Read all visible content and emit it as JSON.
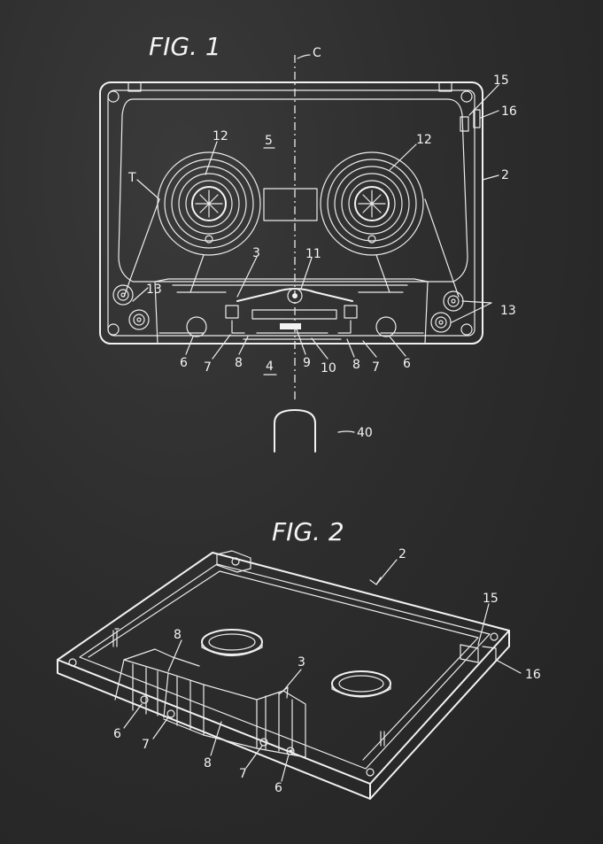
{
  "fig1": {
    "title": "FIG.  1",
    "labels": {
      "c": "C",
      "n12a": "12",
      "n5": "5",
      "n12b": "12",
      "nT": "T",
      "n2": "2",
      "n15": "15",
      "n16": "16",
      "n3": "3",
      "n11": "11",
      "n13a": "13",
      "n13b": "13",
      "n6a": "6",
      "n7a": "7",
      "n8a": "8",
      "n4": "4",
      "n9": "9",
      "n10": "10",
      "n8b": "8",
      "n7b": "7",
      "n6b": "6",
      "n40": "40"
    }
  },
  "fig2": {
    "title": "FIG.  2",
    "labels": {
      "n2": "2",
      "n15": "15",
      "n16": "16",
      "n8a": "8",
      "n3": "3",
      "n6a": "6",
      "n7a": "7",
      "n8b": "8",
      "n7b": "7",
      "n6b": "6"
    }
  },
  "colors": {
    "chalkboard": "#2b2b2b",
    "chalk": "#f2f2f2"
  }
}
